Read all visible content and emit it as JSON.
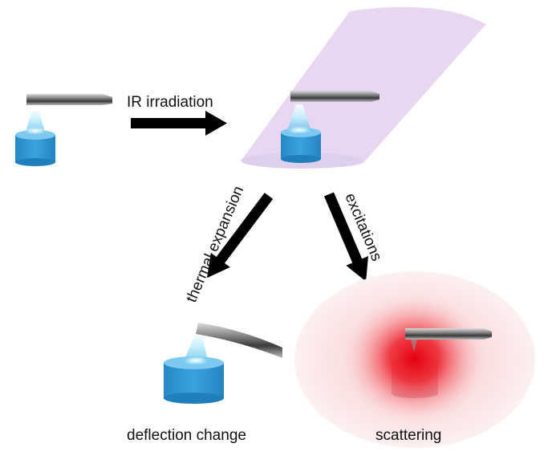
{
  "labels": {
    "ir_irradiation": "IR irradiation",
    "thermal_expansion": "thermal expansion",
    "excitations": "excitations",
    "deflection_change": "deflection change",
    "scattering": "scattering"
  },
  "colors": {
    "sample_blue": "#2e95d3",
    "sample_top": "#7cc8ef",
    "beam_purple": "#e7d3ef",
    "tip_glow": "#cfeffb",
    "scatter_red": "#e8101c",
    "arrow": "#000000",
    "cantilever": "#6a6a6a"
  },
  "icons": [
    "afm-cantilever-icon",
    "sample-cylinder-icon",
    "ir-beam-icon",
    "scattering-glow-icon",
    "arrow-icon"
  ]
}
